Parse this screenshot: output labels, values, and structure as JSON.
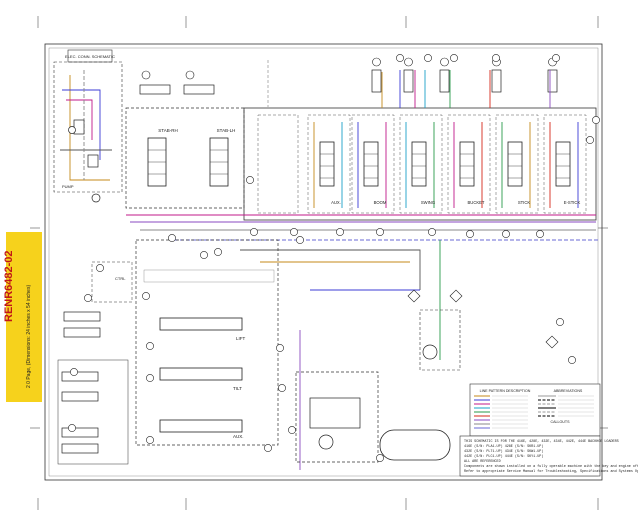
{
  "document": {
    "id": "RENR6482-02",
    "subtitle": "2 0 Page, (Dimensions: 24 inches x 54 inches)"
  },
  "sections": {
    "stabilizer_right": "STAB-RH",
    "stabilizer_left": "STAB-LH",
    "sections_row": [
      "AUX.",
      "BOOM",
      "SWING",
      "BUCKET",
      "STICK",
      "E-STICK"
    ],
    "front_sections": [
      "LIFT",
      "TILT",
      "AUX."
    ]
  },
  "small_labels": {
    "top_box": "ELEC. CONN. SCHEMATIC",
    "pump": "PUMP",
    "ctrl": "CTRL"
  },
  "legend": {
    "line_pattern_title": "LINE PATTERN DESCRIPTION",
    "abbreviations_title": "ABBREVIATIONS",
    "calloutTitle": "CALLOUTS",
    "notes": [
      "THIS SCHEMATIC IS FOR THE 416E, 428E, 432E, 434E, 442E, 444E BACKHOE LOADERS",
      "416E (S/N: PLA1-UP)   428E (S/N: SKR1-UP)",
      "432E (S/N: PLT1-UP)   434E (S/N: SKW1-UP)",
      "442E (S/N: PLC1-UP)   444E (S/N: SKY1-UP)",
      "ALL ARE REFERENCED",
      "Components are shown installed on a fully operable machine with the key and engine off.",
      "Refer to appropriate Service Manual for Troubleshooting, Specifications and Systems Operations."
    ]
  }
}
